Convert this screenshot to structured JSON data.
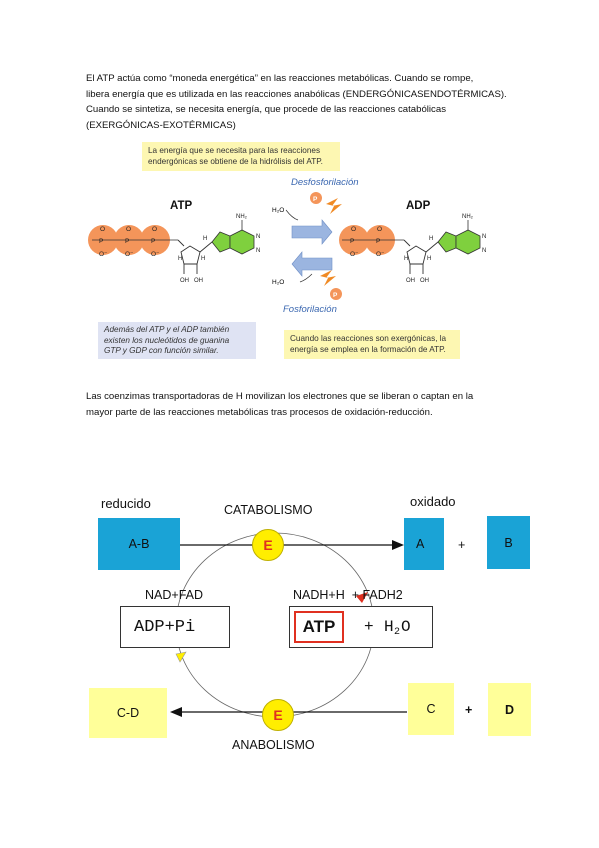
{
  "paragraph1": {
    "lines": [
      "El ATP actúa como “moneda energética” en las reacciones metabólicas. Cuando se rompe,",
      "libera energía que es utilizada en las reacciones anabólicas (ENDERGÓNICASENDOTÉRMICAS).",
      "Cuando se sintetiza, se necesita energía, que procede de las reacciones catabólicas",
      "(EXERGÓNICAS-EXOTÉRMICAS)"
    ]
  },
  "atp_figure": {
    "note_top": {
      "lines": [
        "La energía que se necesita para las reacciones",
        "endergónicas se obtiene de la hidrólisis del ATP."
      ],
      "bg": "#fdf7b2"
    },
    "atp_label": "ATP",
    "adp_label": "ADP",
    "dephosphorylation": "Desfosforilación",
    "phosphorylation": "Fosforilación",
    "water_top": "H₂O",
    "water_bottom": "H₂O",
    "phosphate_symbol": "P",
    "phosphate_atom": "P",
    "oxygen_atom": "O",
    "o_minus_atom": "O⁻",
    "amine": "NH₂",
    "nitrogen": "N",
    "hydrogen": "H",
    "hydroxyl": "OH",
    "note_left": {
      "lines": [
        "Además del ATP y el ADP también",
        "existen los nucleótidos de guanina",
        "GTP y GDP con función similar."
      ],
      "bg": "#dfe3f3"
    },
    "note_right": {
      "lines": [
        "Cuando las reacciones son exergónicas, la",
        "energía se emplea en la formación de ATP."
      ],
      "bg": "#fdf7b2"
    },
    "colors": {
      "phosphate": "#f4955a",
      "adenine": "#7fd03e",
      "arrow": "#9bb5e0"
    }
  },
  "paragraph2": {
    "lines": [
      "Las coenzimas transportadoras de H movilizan los electrones que se liberan o captan en la",
      "mayor parte de las reacciones metabólicas tras procesos de oxidación-reducción."
    ]
  },
  "diagram": {
    "reduced": "reducido",
    "oxidized": "oxidado",
    "catabolism": "CATABOLISMO",
    "anabolism": "ANABOLISMO",
    "ab": "A-B",
    "a": "A",
    "plus1": "+",
    "b": "B",
    "nad_fad": "NAD+FAD",
    "nadh_fadh2": "NADH+H  + FADH2",
    "adp_pi": "ADP+Pi",
    "atp": "ATP",
    "plus_h2o": "+",
    "h2o": "H",
    "h2o_sub": "2",
    "h2o_o": "O",
    "cd": "C-D",
    "c": "C",
    "plus2": "+",
    "d": "D",
    "energy": "E",
    "colors": {
      "blue": "#1aa3d6",
      "yellow": "#ffff99",
      "energy": "#ffee00",
      "red": "#e03020"
    }
  }
}
